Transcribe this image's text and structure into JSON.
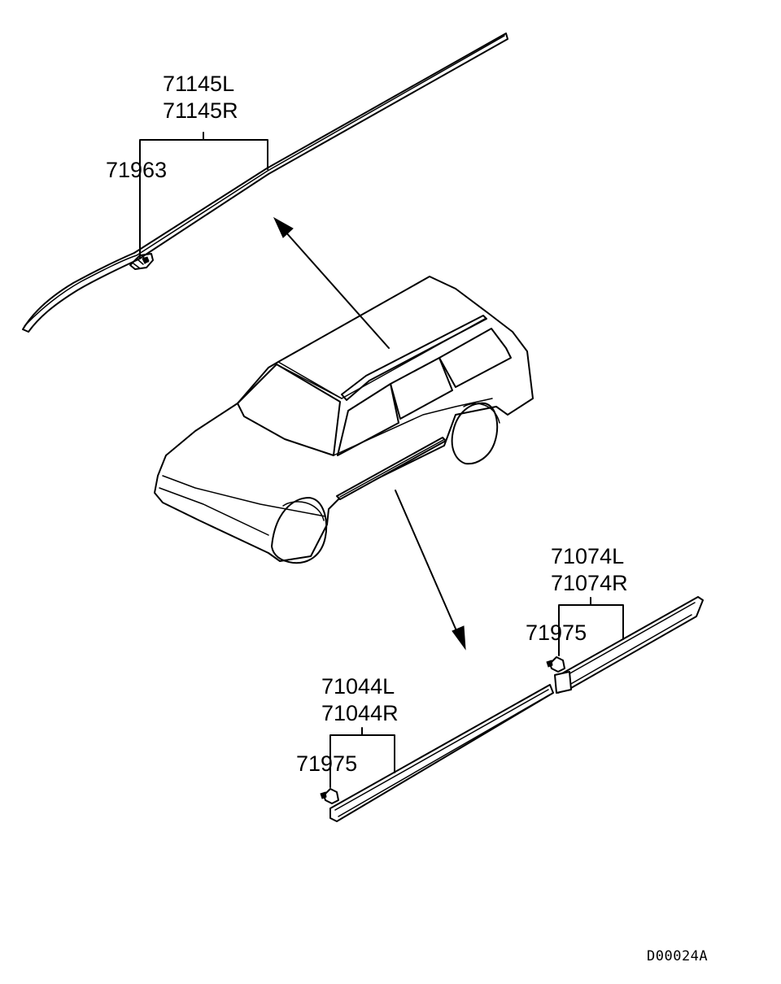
{
  "labels": {
    "roof_molding_left": "71145L",
    "roof_molding_right": "71145R",
    "roof_clip": "71963",
    "rear_molding_left": "71074L",
    "rear_molding_right": "71074R",
    "rear_clip": "71975",
    "front_molding_left": "71044L",
    "front_molding_right": "71044R",
    "front_clip": "71975"
  },
  "diagram_code": "D00024A"
}
